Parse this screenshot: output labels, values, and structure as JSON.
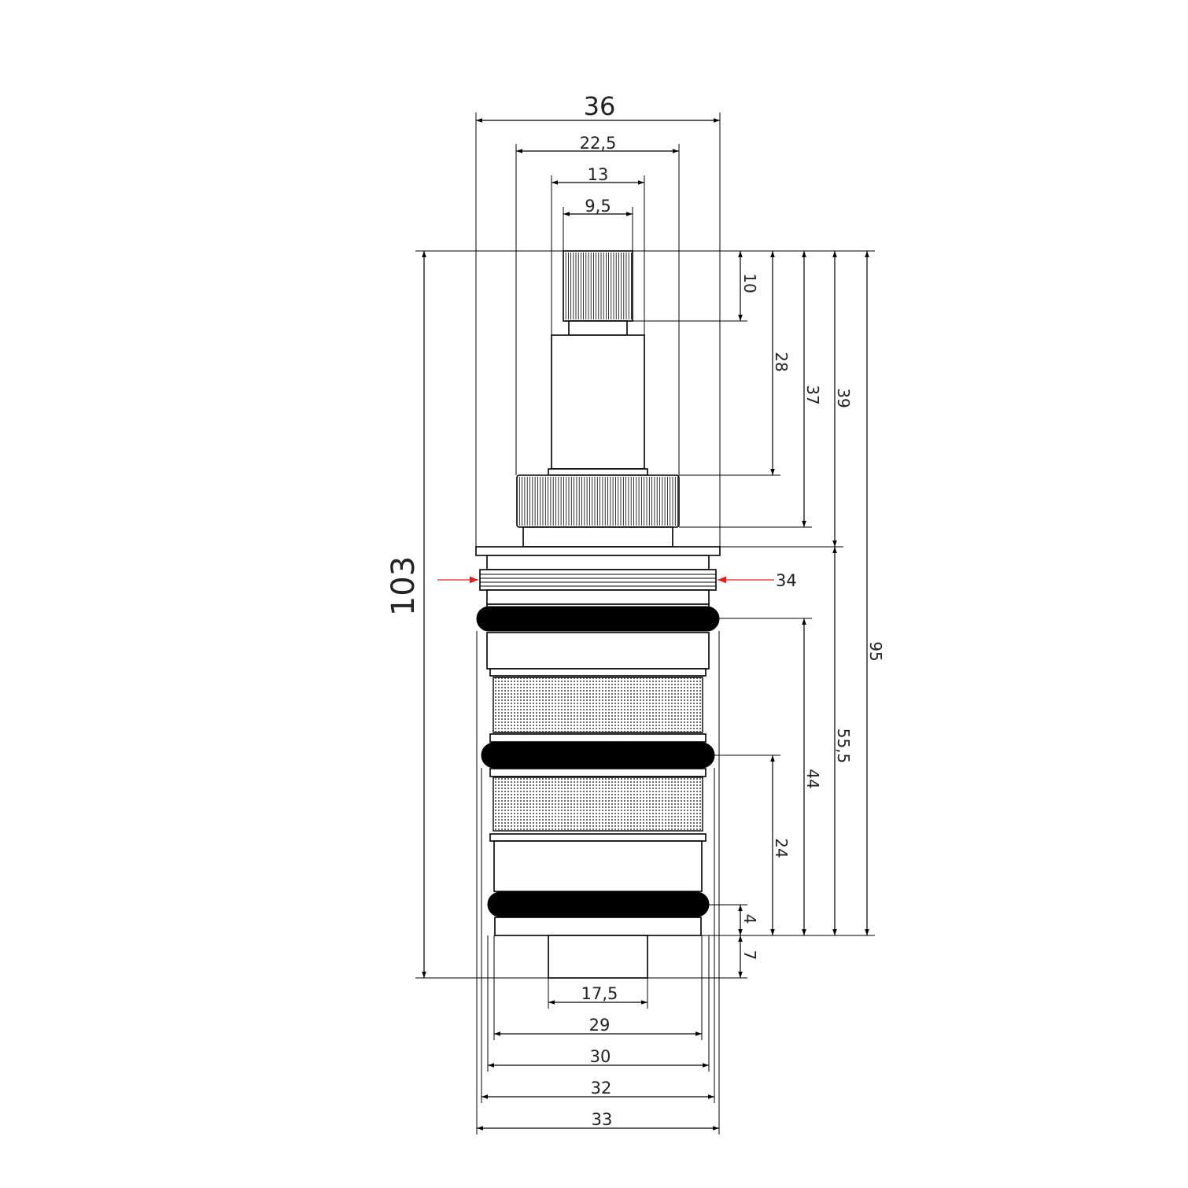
{
  "dimensions": {
    "width_overall": "36",
    "width_collar": "22,5",
    "width_stem": "13",
    "width_spline": "9,5",
    "width_outlet": "17,5",
    "width_lower_body": "29",
    "width_body_30": "30",
    "width_oring_32": "32",
    "width_oring_33": "33",
    "thread_diameter": "34",
    "height_total": "103",
    "height_spline": "10",
    "height_to_collar": "28",
    "height_to_collar_base": "37",
    "height_to_flange": "39",
    "height_95": "95",
    "height_55": "55,5",
    "height_44": "44",
    "height_24": "24",
    "height_4": "4",
    "height_7": "7"
  },
  "colors": {
    "line": "#000000",
    "arrow_accent": "#e02020",
    "text": "#222222"
  }
}
